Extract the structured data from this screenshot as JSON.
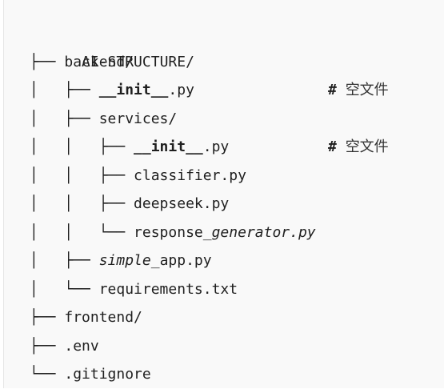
{
  "tree": {
    "root": "AI-STRUCTURE/",
    "lines": [
      {
        "prefix": "├── ",
        "parts": [
          {
            "text": "backend/",
            "style": ""
          }
        ],
        "comment": ""
      },
      {
        "prefix": "│   ├── ",
        "parts": [
          {
            "text": "__init__",
            "style": "bold"
          },
          {
            "text": ".py",
            "style": ""
          }
        ],
        "comment": "# 空文件"
      },
      {
        "prefix": "│   ├── ",
        "parts": [
          {
            "text": "services/",
            "style": ""
          }
        ],
        "comment": ""
      },
      {
        "prefix": "│   │   ├── ",
        "parts": [
          {
            "text": "__init__",
            "style": "bold"
          },
          {
            "text": ".py",
            "style": ""
          }
        ],
        "comment": "# 空文件"
      },
      {
        "prefix": "│   │   ├── ",
        "parts": [
          {
            "text": "classifier.py",
            "style": ""
          }
        ],
        "comment": ""
      },
      {
        "prefix": "│   │   ├── ",
        "parts": [
          {
            "text": "deepseek.py",
            "style": ""
          }
        ],
        "comment": ""
      },
      {
        "prefix": "│   │   └── ",
        "parts": [
          {
            "text": "response_",
            "style": ""
          },
          {
            "text": "generator.py",
            "style": "ital"
          }
        ],
        "comment": ""
      },
      {
        "prefix": "│   ├── ",
        "parts": [
          {
            "text": "simple",
            "style": "ital"
          },
          {
            "text": "_app.py",
            "style": ""
          }
        ],
        "comment": ""
      },
      {
        "prefix": "│   └── ",
        "parts": [
          {
            "text": "requirements.txt",
            "style": ""
          }
        ],
        "comment": ""
      },
      {
        "prefix": "├── ",
        "parts": [
          {
            "text": "frontend/",
            "style": ""
          }
        ],
        "comment": ""
      },
      {
        "prefix": "├── ",
        "parts": [
          {
            "text": ".env",
            "style": ""
          }
        ],
        "comment": ""
      },
      {
        "prefix": "└── ",
        "parts": [
          {
            "text": ".gitignore",
            "style": ""
          }
        ],
        "comment": ""
      }
    ]
  }
}
